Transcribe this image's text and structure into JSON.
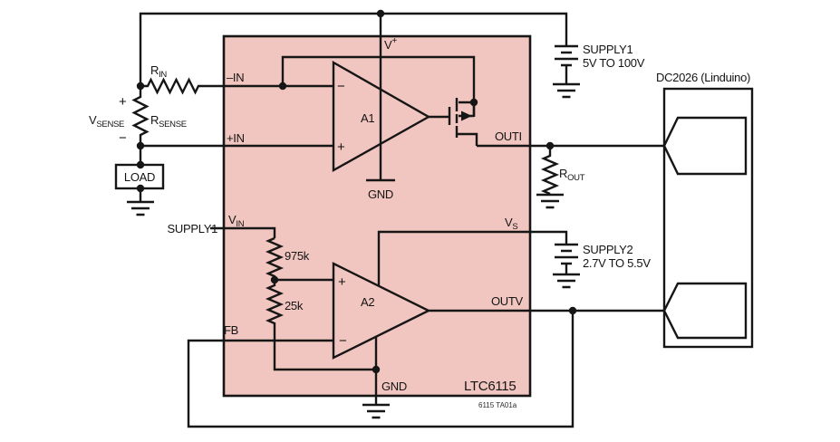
{
  "colors": {
    "ic_fill": "#f2c6c0",
    "wire": "#161616"
  },
  "ic": {
    "part_label": "LTC6115",
    "figure_id": "6115 TA01a",
    "pins": {
      "v_plus": {
        "base": "V",
        "sup": "+"
      },
      "neg_in": "–IN",
      "pos_in": "+IN",
      "gnd_top": "GND",
      "v_in": {
        "base": "V",
        "sub": "IN"
      },
      "fb": "FB",
      "v_s": {
        "base": "V",
        "sub": "S"
      },
      "out_i": "OUTI",
      "out_v": "OUTV",
      "gnd_bottom": "GND"
    },
    "amp_a1": {
      "name": "A1",
      "inverting": "−",
      "noninverting": "+"
    },
    "amp_a2": {
      "name": "A2",
      "inverting": "−",
      "noninverting": "+"
    },
    "divider": {
      "r_top": "975k",
      "r_bottom": "25k"
    }
  },
  "external": {
    "r_in": {
      "base": "R",
      "sub": "IN"
    },
    "v_sense": {
      "base": "V",
      "sub": "SENSE",
      "plus": "+",
      "minus": "−"
    },
    "r_sense": {
      "base": "R",
      "sub": "SENSE"
    },
    "load": "LOAD",
    "supply1_feed": "SUPPLY1",
    "supply1": {
      "name": "SUPPLY1",
      "range": "5V TO 100V"
    },
    "supply2": {
      "name": "SUPPLY2",
      "range": "2.7V TO 5.5V"
    },
    "r_out": {
      "base": "R",
      "sub": "OUT"
    },
    "controller": "DC2026 (Linduino)"
  }
}
